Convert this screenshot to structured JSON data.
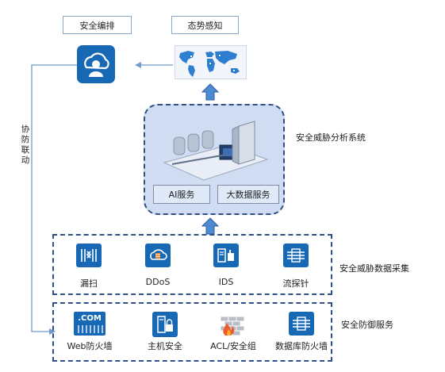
{
  "top_labels": {
    "security_orchestration": "安全编排",
    "situational_awareness": "态势感知"
  },
  "left_link": {
    "chars": [
      "协",
      "防",
      "联",
      "动"
    ]
  },
  "analysis": {
    "title": "安全威胁分析系统",
    "ai_service": "AI服务",
    "bigdata_service": "大数据服务"
  },
  "collection": {
    "title": "安全威胁数据采集",
    "items": [
      {
        "label": "漏扫",
        "icon": "scanner-icon"
      },
      {
        "label": "DDoS",
        "icon": "cloud-shield-icon"
      },
      {
        "label": "IDS",
        "icon": "ids-server-icon"
      },
      {
        "label": "流探针",
        "icon": "flow-probe-icon"
      }
    ]
  },
  "defense": {
    "title": "安全防御服务",
    "items": [
      {
        "label": "Web防火墙",
        "badge": ".COM",
        "icon": "web-firewall-icon"
      },
      {
        "label": "主机安全",
        "icon": "host-lock-icon"
      },
      {
        "label": "ACL/安全组",
        "icon": "fire-wall-icon"
      },
      {
        "label": "数据库防火墙",
        "icon": "db-firewall-icon"
      }
    ]
  },
  "colors": {
    "accent": "#1769b5",
    "frame": "#2f4f86",
    "analysis_fill": "#cfdcf2",
    "arrow": "#1769b5"
  }
}
